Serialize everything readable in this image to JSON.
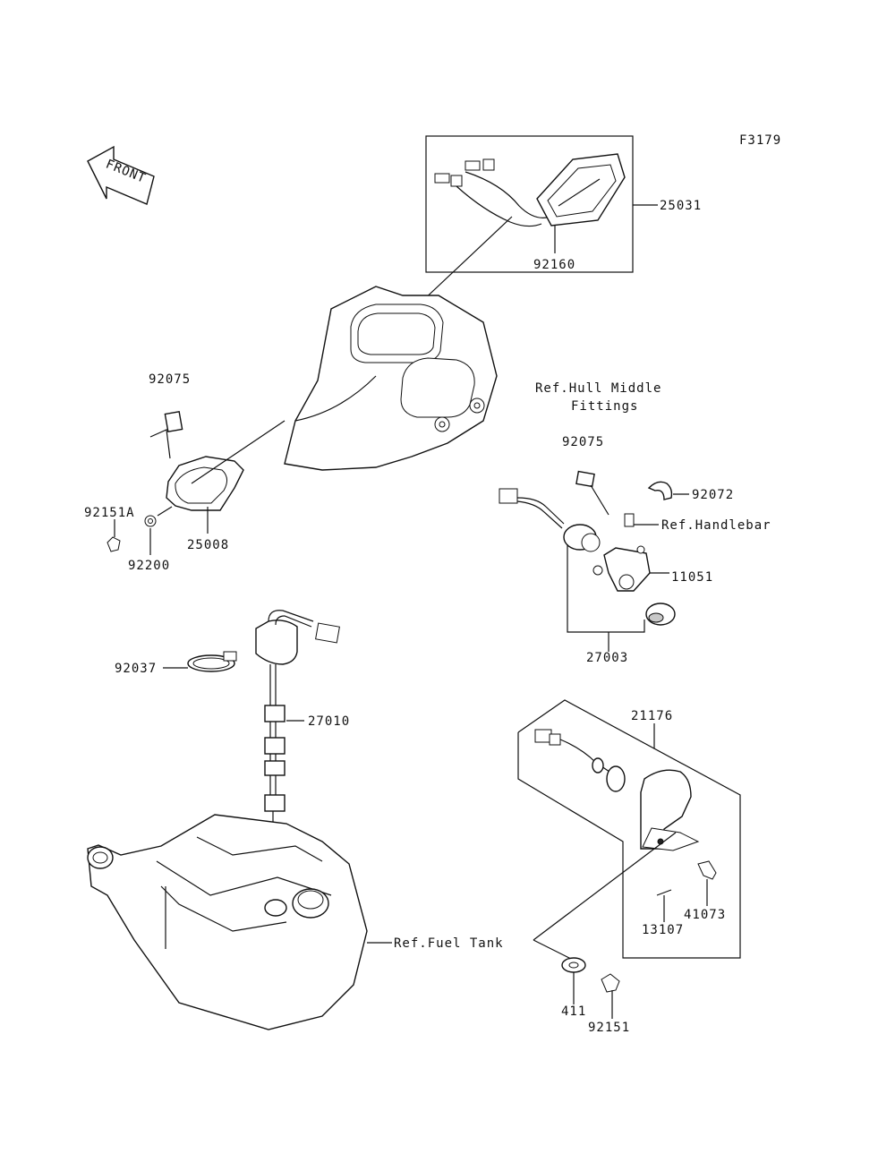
{
  "figure_code": "F3179",
  "front_label": "FRONT",
  "callouts": {
    "p25031": "25031",
    "p92160": "92160",
    "p92075a": "92075",
    "p92151a": "92151A",
    "p92200": "92200",
    "p25008": "25008",
    "ref_hull_line1": "Ref.Hull Middle",
    "ref_hull_line2": "Fittings",
    "p92075b": "92075",
    "p92072": "92072",
    "ref_handlebar": "Ref.Handlebar",
    "p11051": "11051",
    "p27003": "27003",
    "p92037": "92037",
    "p27010": "27010",
    "p21176": "21176",
    "p41073": "41073",
    "p13107": "13107",
    "ref_fuel_tank": "Ref.Fuel Tank",
    "p411": "411",
    "p92151": "92151"
  }
}
